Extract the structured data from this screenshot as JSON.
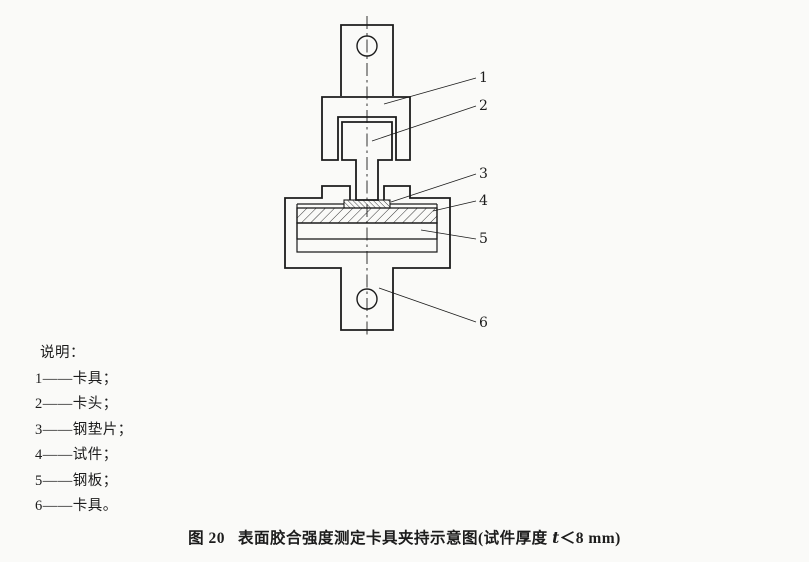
{
  "colors": {
    "paper": "#fafaf8",
    "ink": "#1c1c1c"
  },
  "diagram": {
    "callouts": [
      "1",
      "2",
      "3",
      "4",
      "5",
      "6"
    ]
  },
  "legend": {
    "title": "说明：",
    "items": [
      "1——卡具；",
      "2——卡头；",
      "3——钢垫片；",
      "4——试件；",
      "5——钢板；",
      "6——卡具。"
    ]
  },
  "caption": {
    "label": "图 20",
    "text": "表面胶合强度测定卡具夹持示意图(试件厚度 ",
    "var": "t",
    "tail": "＜8 mm)"
  }
}
